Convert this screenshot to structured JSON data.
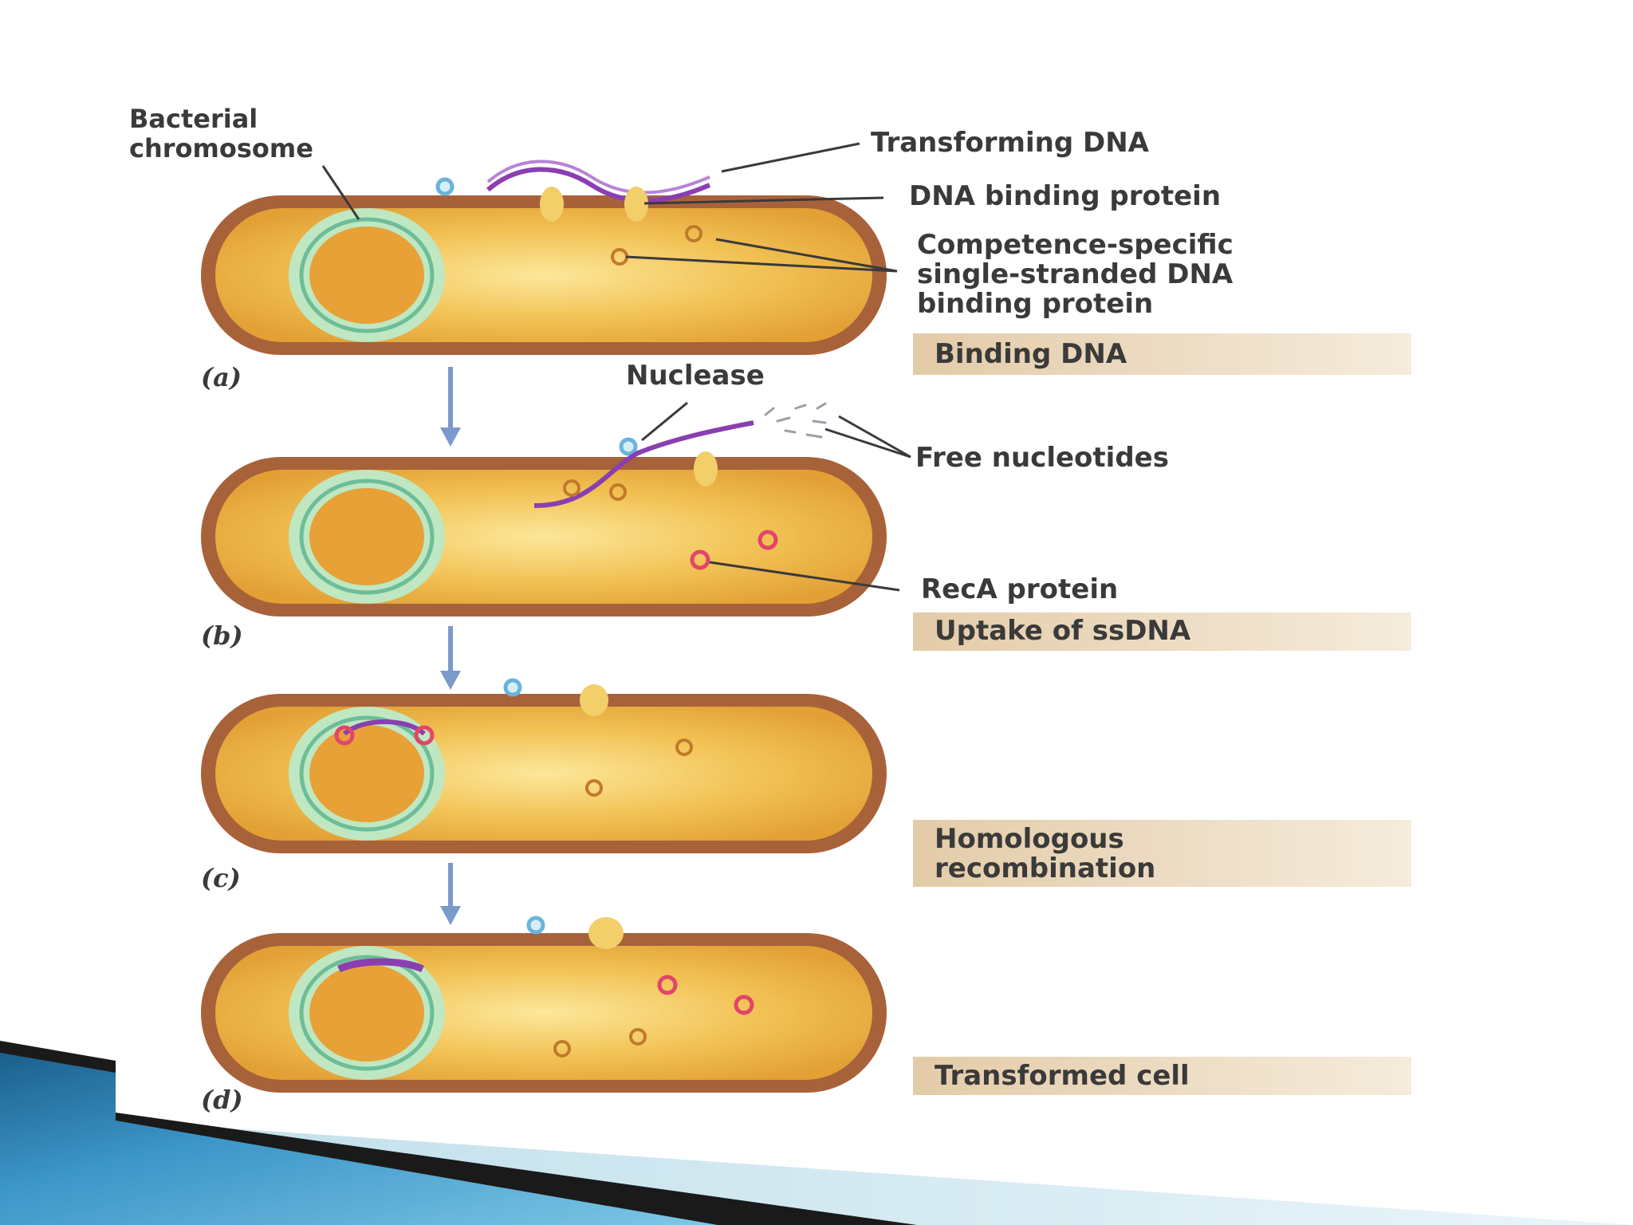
{
  "labels": {
    "bacterial_chromosome": [
      "Bacterial",
      "chromosome"
    ],
    "transforming_dna": "Transforming DNA",
    "dna_binding_protein": "DNA binding protein",
    "competence_protein": [
      "Competence-specific",
      "single-stranded DNA",
      "binding protein"
    ],
    "nuclease": "Nuclease",
    "free_nucleotides": "Free nucleotides",
    "reca_protein": "RecA protein"
  },
  "panels": [
    {
      "letter": "(a)",
      "caption": [
        "Binding DNA"
      ]
    },
    {
      "letter": "(b)",
      "caption": [
        "Uptake of ssDNA"
      ]
    },
    {
      "letter": "(c)",
      "caption": [
        "Homologous",
        "recombination"
      ]
    },
    {
      "letter": "(d)",
      "caption": [
        "Transformed cell"
      ]
    }
  ],
  "colors": {
    "cell_wall": "#a8623a",
    "cytoplasm": "#e5a436",
    "chromosome_ring": "#7cc7a0",
    "dna_strand": "#8a3fb0",
    "nuclease": "#6ab4dc",
    "reca": "#e2456a",
    "competence": "#c07a2a",
    "binding_protein": "#f3cf6a",
    "caption_bg": "#ecd9bd",
    "arrow": "#7a9acb"
  }
}
